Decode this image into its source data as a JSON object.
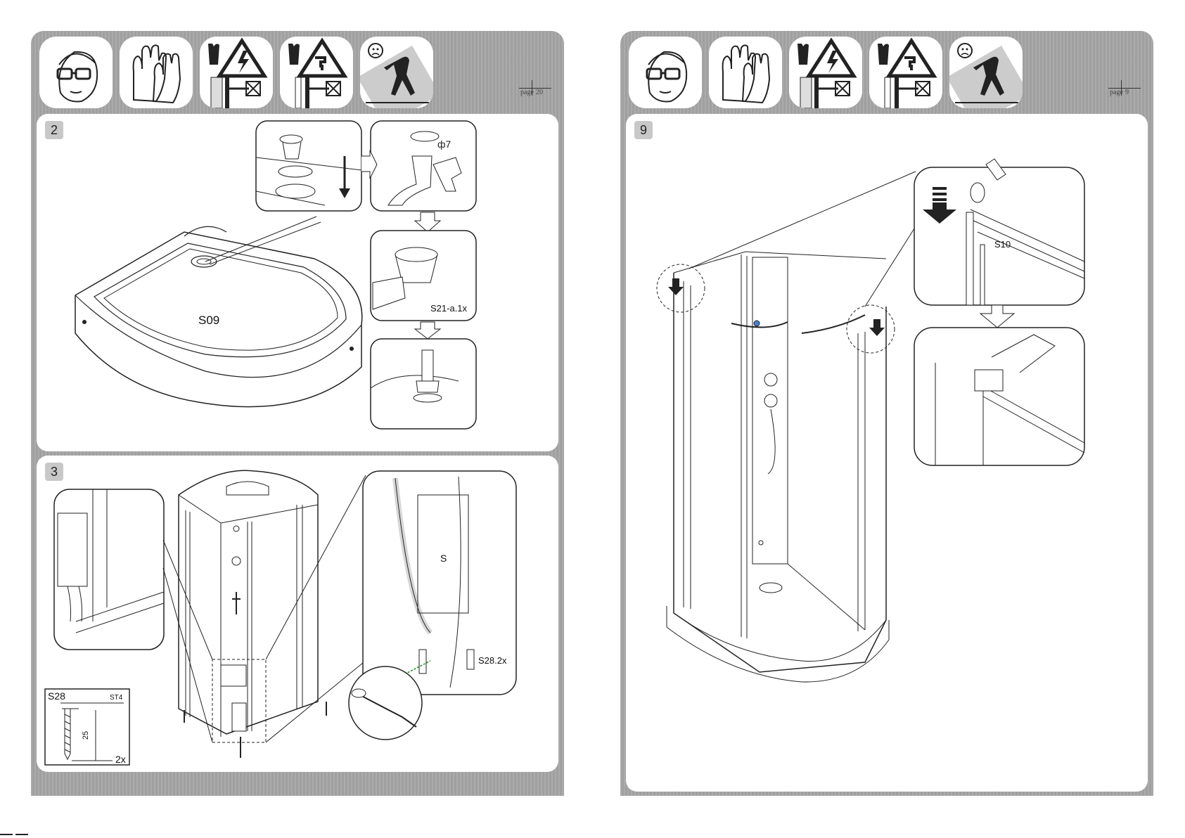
{
  "left_page": {
    "page_label": "page",
    "page_number": "20",
    "step_2": {
      "number": "2",
      "drill_label": "ф7",
      "tray_label": "S09",
      "hose_label": "S21-a.1x"
    },
    "step_3": {
      "number": "3",
      "box_label": "S",
      "screw_callout": "S28.2x",
      "screw_spec": {
        "code": "S28",
        "type": "ST4",
        "length": "25",
        "qty": "2x"
      }
    }
  },
  "right_page": {
    "page_label": "page",
    "page_number": "9",
    "step_9": {
      "number": "9",
      "part_label": "S10"
    }
  },
  "icons": [
    "safety-glasses-icon",
    "gloves-icon",
    "electrical-hazard-icon",
    "water-hazard-icon",
    "no-fall-icon"
  ],
  "colors": {
    "sheet": "#a6a6a6",
    "panel": "#ffffff",
    "badge": "#c8c8c8",
    "line": "#222222"
  }
}
